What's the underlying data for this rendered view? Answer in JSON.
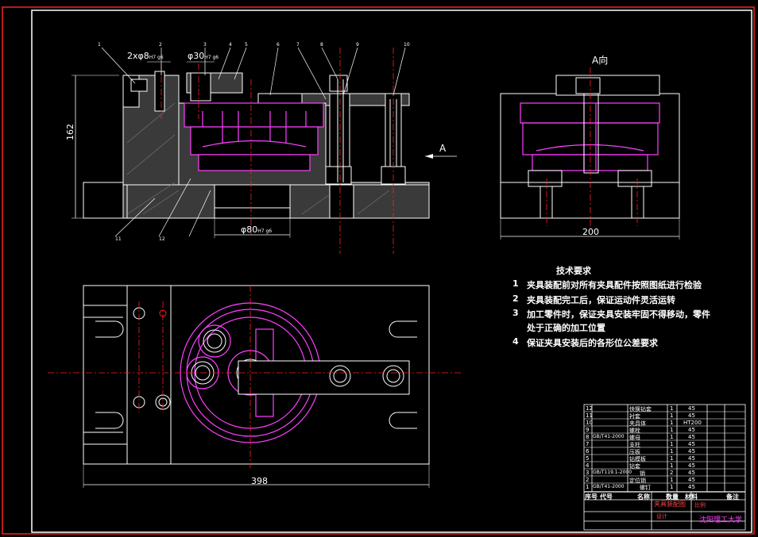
{
  "drawing": {
    "view_label": "A向",
    "section_arrow_label": "A",
    "dims": {
      "height_front": "162",
      "width_side": "200",
      "width_top": "398",
      "hole_front": "φ80",
      "hole_front_tol": "H7 g6",
      "pin_hole": "2xφ8",
      "pin_hole_tol": "H7 g6",
      "bush_hole": "φ30",
      "bush_hole_tol": "H7 g6"
    },
    "balloons": [
      "1",
      "2",
      "3",
      "4",
      "5",
      "6",
      "7",
      "8",
      "9",
      "10",
      "11",
      "12"
    ]
  },
  "tech_notes": {
    "title": "技术要求",
    "items": [
      {
        "num": "1",
        "text": "夹具装配前对所有夹具配件按照图纸进行检验"
      },
      {
        "num": "2",
        "text": "夹具装配完工后，保证运动件灵活运转"
      },
      {
        "num": "3",
        "text": "加工零件时，保证夹具安装牢固不得移动，零件"
      },
      {
        "num": "",
        "text": "处于正确的加工位置"
      },
      {
        "num": "4",
        "text": "保证夹具安装后的各形位公差要求"
      }
    ]
  },
  "bom": {
    "header": {
      "seq": "序号",
      "code": "代号",
      "name": "名称",
      "qty": "数量",
      "material": "材料",
      "remark": "备注"
    },
    "rows": [
      {
        "seq": "12",
        "code": "",
        "name": "快换钻套",
        "qty": "1",
        "material": "45"
      },
      {
        "seq": "11",
        "code": "",
        "name": "衬套",
        "qty": "1",
        "material": "45"
      },
      {
        "seq": "10",
        "code": "",
        "name": "夹具体",
        "qty": "1",
        "material": "HT200"
      },
      {
        "seq": "9",
        "code": "",
        "name": "螺栓",
        "qty": "1",
        "material": "45"
      },
      {
        "seq": "8",
        "code": "GB/T41-2000",
        "name": "螺母",
        "qty": "1",
        "material": "45"
      },
      {
        "seq": "7",
        "code": "",
        "name": "支柱",
        "qty": "1",
        "material": "45"
      },
      {
        "seq": "6",
        "code": "",
        "name": "压板",
        "qty": "1",
        "material": "45"
      },
      {
        "seq": "5",
        "code": "",
        "name": "钻模板",
        "qty": "1",
        "material": "45"
      },
      {
        "seq": "4",
        "code": "",
        "name": "钻套",
        "qty": "1",
        "material": "45"
      },
      {
        "seq": "3",
        "code": "GB/T119.1-2000",
        "name": "销",
        "qty": "2",
        "material": "45"
      },
      {
        "seq": "2",
        "code": "",
        "name": "定位销",
        "qty": "1",
        "material": "45"
      },
      {
        "seq": "1",
        "code": "GB/T41-2000",
        "name": "螺钉",
        "qty": "1",
        "material": "45"
      }
    ],
    "title_block": {
      "drawing_name": "夹具装配图",
      "scale_label": "比例",
      "designer_label": "设计",
      "school": "沈阳理工大学"
    }
  },
  "colors": {
    "background": "#000000",
    "outline": "#ffffff",
    "part_fill": "#3a3a3a",
    "workpiece": "#ff40ff",
    "centerline": "#ff2020",
    "dimension": "#ffffff",
    "border_red": "#ff2020"
  }
}
